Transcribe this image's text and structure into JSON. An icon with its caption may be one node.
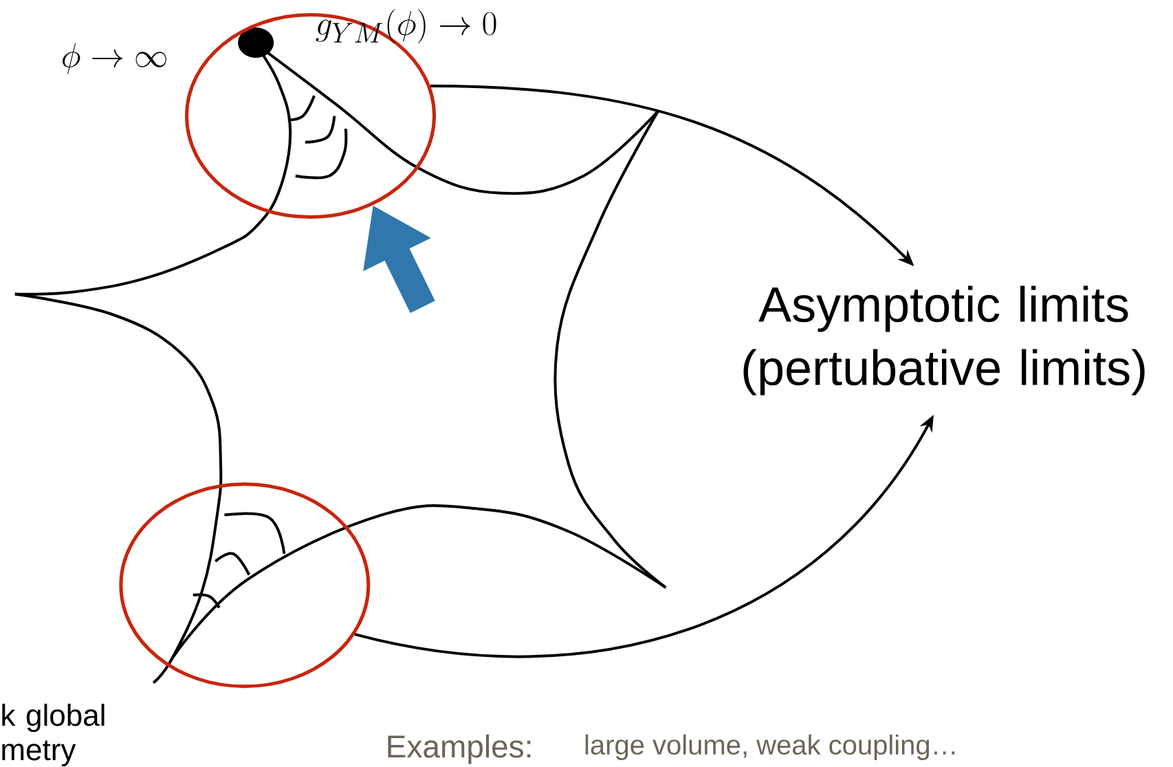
{
  "diagram": {
    "nodes": [
      {
        "text": [],
        "shape": "circle"
      },
      {
        "text": [],
        "shape": "circle"
      },
      {
        "text": [
          "Asymptotic limits (pertubative limits)"
        ]
      }
    ],
    "edges": [
      {
        "from": 0,
        "to": 2,
        "arrow": "to"
      },
      {
        "from": 1,
        "to": 2,
        "arrow": "to"
      },
      {
        "from": null,
        "to": 0,
        "arrow": "to",
        "style": "thick",
        "color": "#2f77ad"
      }
    ],
    "labels": [
      "\\phi \\to \\infty",
      "g_{YM}(\\phi) \\to 0",
      "k global metry",
      "Examples:",
      "large volume, weak coupling…"
    ]
  }
}
